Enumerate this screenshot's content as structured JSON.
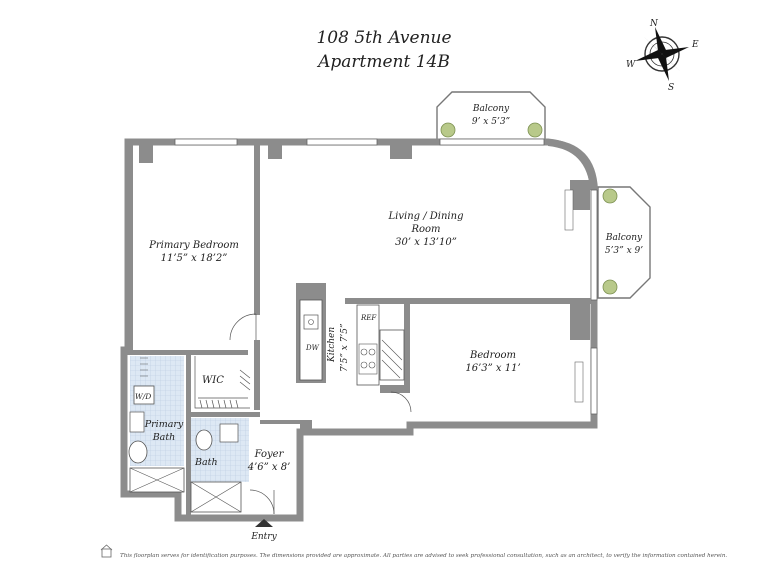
{
  "header": {
    "address": "108 5th Avenue",
    "unit": "Apartment 14B"
  },
  "compass": {
    "n": "N",
    "s": "S",
    "e": "E",
    "w": "W"
  },
  "rooms": {
    "balcony_top": {
      "name": "Balcony",
      "dims": "9’ x 5’3”"
    },
    "balcony_right": {
      "name": "Balcony",
      "dims": "5’3” x 9’"
    },
    "living": {
      "name_line1": "Living / Dining",
      "name_line2": "Room",
      "dims": "30’ x 13’10”"
    },
    "primary_bedroom": {
      "name": "Primary Bedroom",
      "dims": "11’5” x 18’2”"
    },
    "kitchen": {
      "name": "Kitchen",
      "dims": "7’5” x 7’5”"
    },
    "bedroom": {
      "name": "Bedroom",
      "dims": "16’3” x 11’"
    },
    "wic": {
      "name": "WIC"
    },
    "wd": {
      "name": "W/D"
    },
    "primary_bath": {
      "name_line1": "Primary",
      "name_line2": "Bath"
    },
    "bath": {
      "name": "Bath"
    },
    "foyer": {
      "name": "Foyer",
      "dims": "4’6” x 8’"
    },
    "ref": {
      "name": "REF"
    },
    "dw": {
      "name": "DW"
    },
    "entry": {
      "name": "Entry"
    }
  },
  "disclaimer": "This floorplan serves for identification purposes. The dimensions provided are approximate. All parties are advised to seek professional consultation, such as an architect, to verify the information contained herein.",
  "colors": {
    "wall": "#8c8c8c",
    "wall_dark": "#6f6f6f",
    "tile": "#dde8f4",
    "plant": "#b8c98a"
  }
}
